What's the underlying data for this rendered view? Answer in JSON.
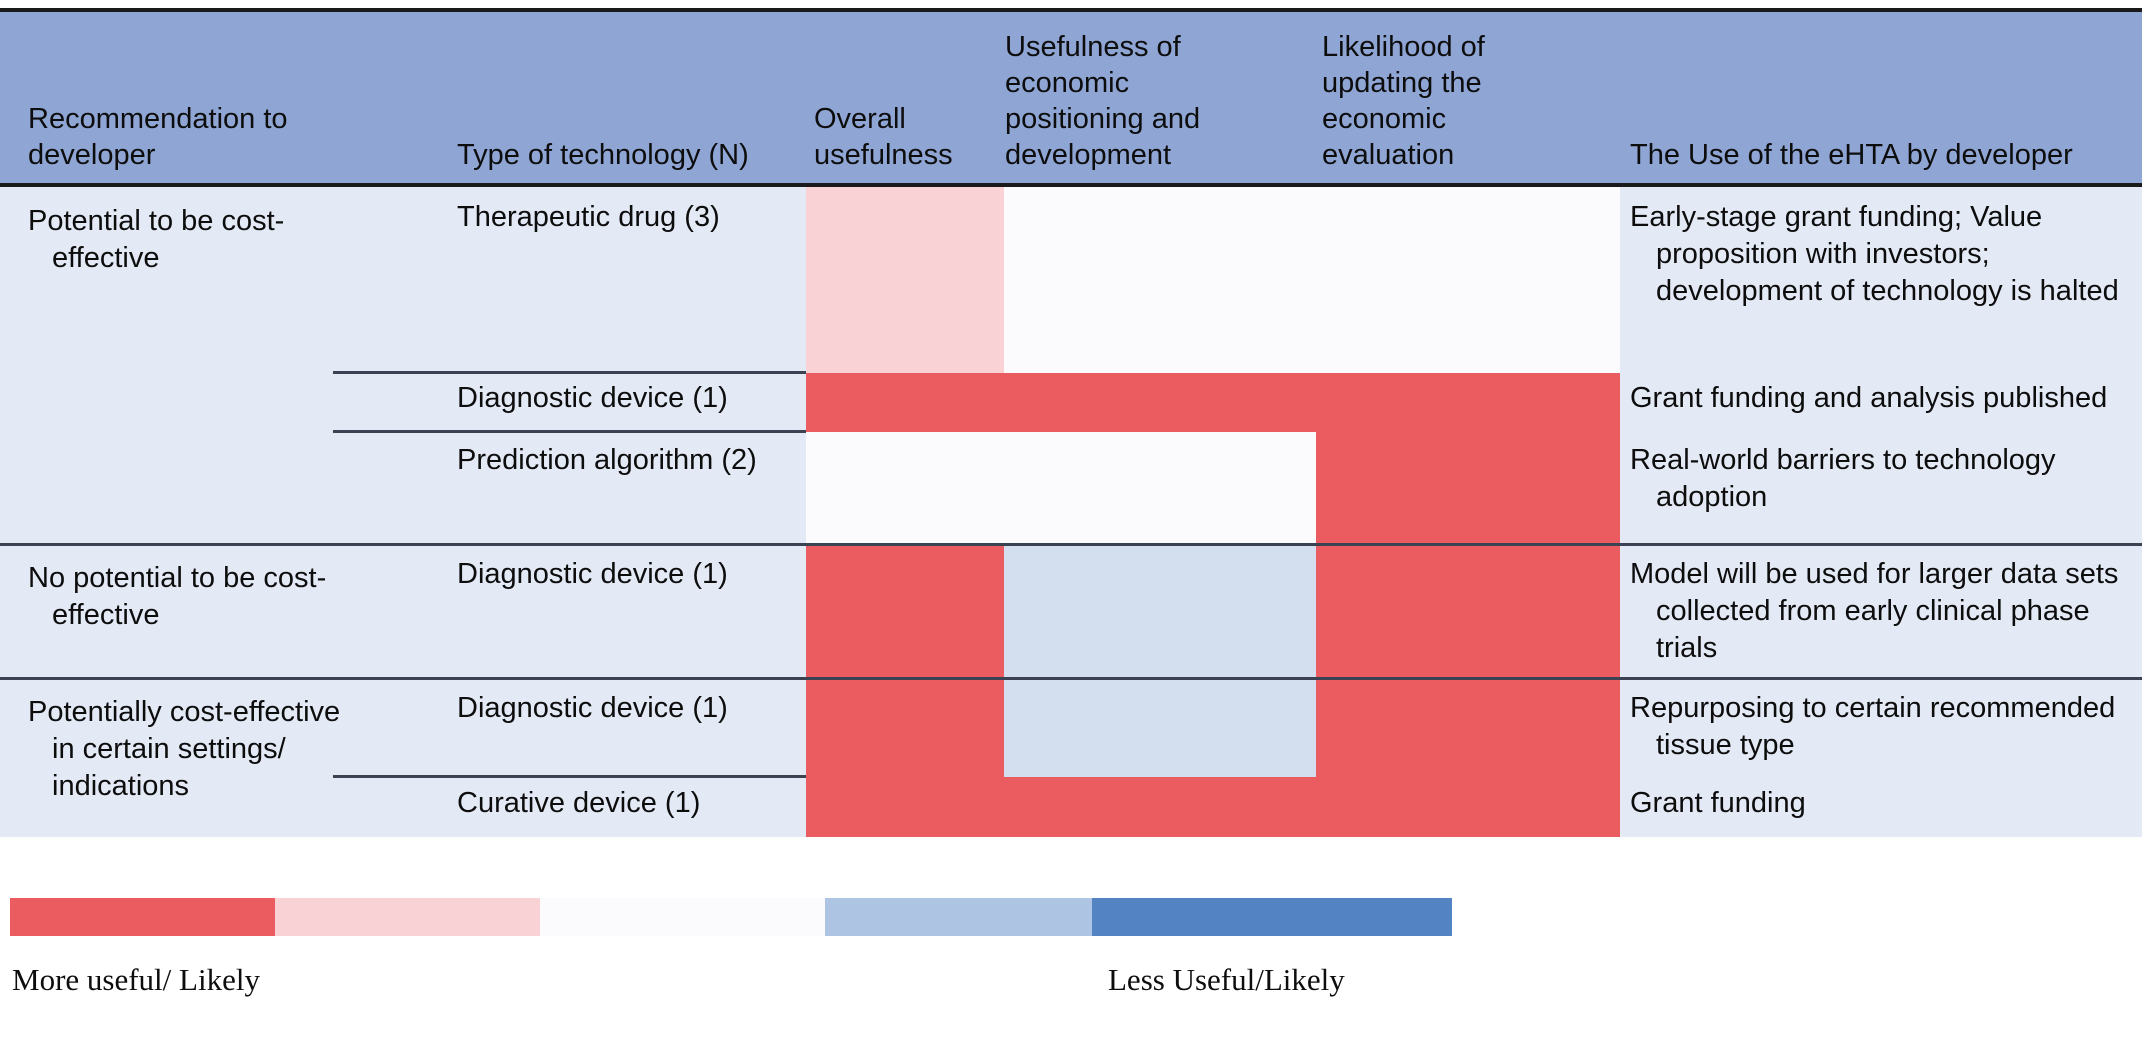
{
  "table": {
    "columns": [
      {
        "key": "recommendation",
        "label": "Recommendation to\ndeveloper"
      },
      {
        "key": "technology",
        "label": "Type of technology (N)"
      },
      {
        "key": "overall",
        "label": "Overall\nusefulness"
      },
      {
        "key": "positioning",
        "label": "Usefulness of\neconomic\npositioning and\ndevelopment"
      },
      {
        "key": "likelihood",
        "label": "Likelihood of\nupdating the\neconomic\nevaluation"
      },
      {
        "key": "ehta_use",
        "label": "The Use of the eHTA by developer"
      }
    ],
    "groups": [
      {
        "recommendation": "Potential to be cost-effective",
        "rows": [
          {
            "technology": "Therapeutic drug (3)",
            "overall": "light-red",
            "positioning": "near-white",
            "likelihood": "near-white",
            "ehta_use": "Early-stage grant funding; Value proposition with investors; development of technology is halted"
          },
          {
            "technology": "Diagnostic device (1)",
            "overall": "red",
            "positioning": "red",
            "likelihood": "red",
            "ehta_use": "Grant funding and analysis published"
          },
          {
            "technology": "Prediction algorithm (2)",
            "overall": "near-white",
            "positioning": "near-white",
            "likelihood": "red",
            "ehta_use": "Real-world barriers to technology adoption"
          }
        ]
      },
      {
        "recommendation": "No potential to be cost-effective",
        "rows": [
          {
            "technology": "Diagnostic device (1)",
            "overall": "red",
            "positioning": "light-blue",
            "likelihood": "red",
            "ehta_use": "Model will be used for larger data sets collected from early clinical phase trials"
          }
        ]
      },
      {
        "recommendation": "Potentially cost-effective in certain settings/ indications",
        "rows": [
          {
            "technology": "Diagnostic device (1)",
            "overall": "red",
            "positioning": "light-blue",
            "likelihood": "red",
            "ehta_use": "Repurposing to certain recommended tissue type"
          },
          {
            "technology": "Curative device (1)",
            "overall": "red",
            "positioning": "red",
            "likelihood": "red",
            "ehta_use": "Grant funding"
          }
        ]
      }
    ]
  },
  "legend": {
    "left_label": "More useful/ Likely",
    "right_label": "Less Useful/Likely",
    "segments": [
      "red",
      "light-red",
      "near-white",
      "light-blue",
      "blue"
    ]
  },
  "colors": {
    "header_band": "#8fa6d5",
    "row_background": "#e3e9f5",
    "red": "#ea5c5f",
    "light-red": "#f8d2d4",
    "near-white": "#fbfbfd",
    "light-blue": "#d3dfee",
    "blue": "#5383c3",
    "rule": "#3b4252",
    "frame": "#1a1a1a"
  }
}
